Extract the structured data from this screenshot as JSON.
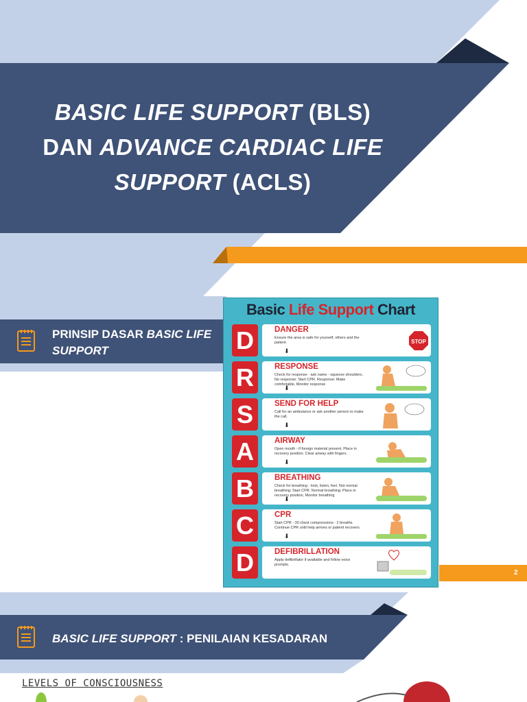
{
  "slide1": {
    "title_line1_italic": "BASIC LIFE SUPPORT",
    "title_line1_rest": " (BLS)",
    "title_line2_lead": "DAN ",
    "title_line2_italic": "ADVANCE CARDIAC LIFE",
    "title_line3_italic": "SUPPORT",
    "title_line3_rest": " (ACLS)"
  },
  "slide2": {
    "label_plain": "PRINSIP DASAR ",
    "label_italic": "BASIC LIFE SUPPORT",
    "page_number": "2",
    "chart": {
      "title_part1": "Basic ",
      "title_part2": "Life Support",
      "title_part3": " Chart",
      "rows": [
        {
          "letter": "D",
          "heading": "DANGER",
          "desc": "Ensure the area is safe for yourself, others and the patient.",
          "figure": "stop-sign"
        },
        {
          "letter": "R",
          "heading": "RESPONSE",
          "desc": "Check for response - ask name - squeeze shoulders. No response: Start CPR. Response: Make comfortable, Monitor response",
          "figure": "rescuer-shaking-patient"
        },
        {
          "letter": "S",
          "heading": "SEND FOR HELP",
          "desc": "Call for an ambulance or ask another person to make the call.",
          "figure": "phone-call"
        },
        {
          "letter": "A",
          "heading": "AIRWAY",
          "desc": "Open mouth - if foreign material present. Place in recovery position. Clear airway with fingers.",
          "figure": "airway-check"
        },
        {
          "letter": "B",
          "heading": "BREATHING",
          "desc": "Check for breathing - look, listen, feel. Not normal breathing: Start CPR. Normal breathing: Place in recovery position, Monitor breathing",
          "figure": "breathing-check"
        },
        {
          "letter": "C",
          "heading": "CPR",
          "desc": "Start CPR - 30 chest compressions : 2 breaths. Continue CPR until help arrives or patient recovers.",
          "figure": "chest-compressions"
        },
        {
          "letter": "D",
          "heading": "DEFIBRILLATION",
          "desc": "Apply defibrillator if available and follow voice prompts.",
          "figure": "defibrillator"
        }
      ]
    }
  },
  "slide3": {
    "label_italic": "BASIC LIFE SUPPORT",
    "label_rest": " : PENILAIAN KESADARAN",
    "levels_heading": "LEVELS OF CONSCIOUSNESS"
  },
  "colors": {
    "navy": "#3f5277",
    "light_blue": "#c3d1e8",
    "orange": "#f59a1c",
    "dark_navy": "#1d2a42",
    "red": "#d6242b",
    "teal": "#45b6c9"
  }
}
